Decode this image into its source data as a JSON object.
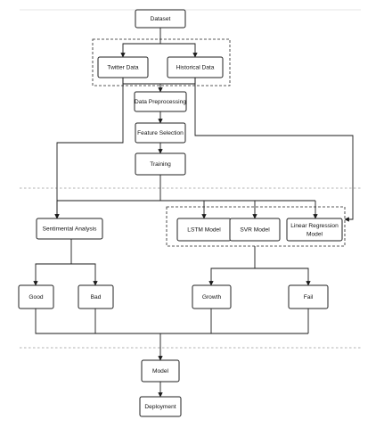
{
  "diagram": {
    "nodes": {
      "dataset": "Dataset",
      "twitter": "Twitter Data",
      "historical": "Historical Data",
      "preprocessing": "Data Preprocessing",
      "feature": "Feature Selection",
      "training": "Training",
      "sentimental": "Sentimental Analysis",
      "lstm": "LSTM Model",
      "svr": "SVR Model",
      "linreg_1": "Linear Regression",
      "linreg_2": "Model",
      "good": "Good",
      "bad": "Bad",
      "growth": "Growth",
      "fail": "Fail",
      "model": "Model",
      "deployment": "Deployment"
    }
  }
}
